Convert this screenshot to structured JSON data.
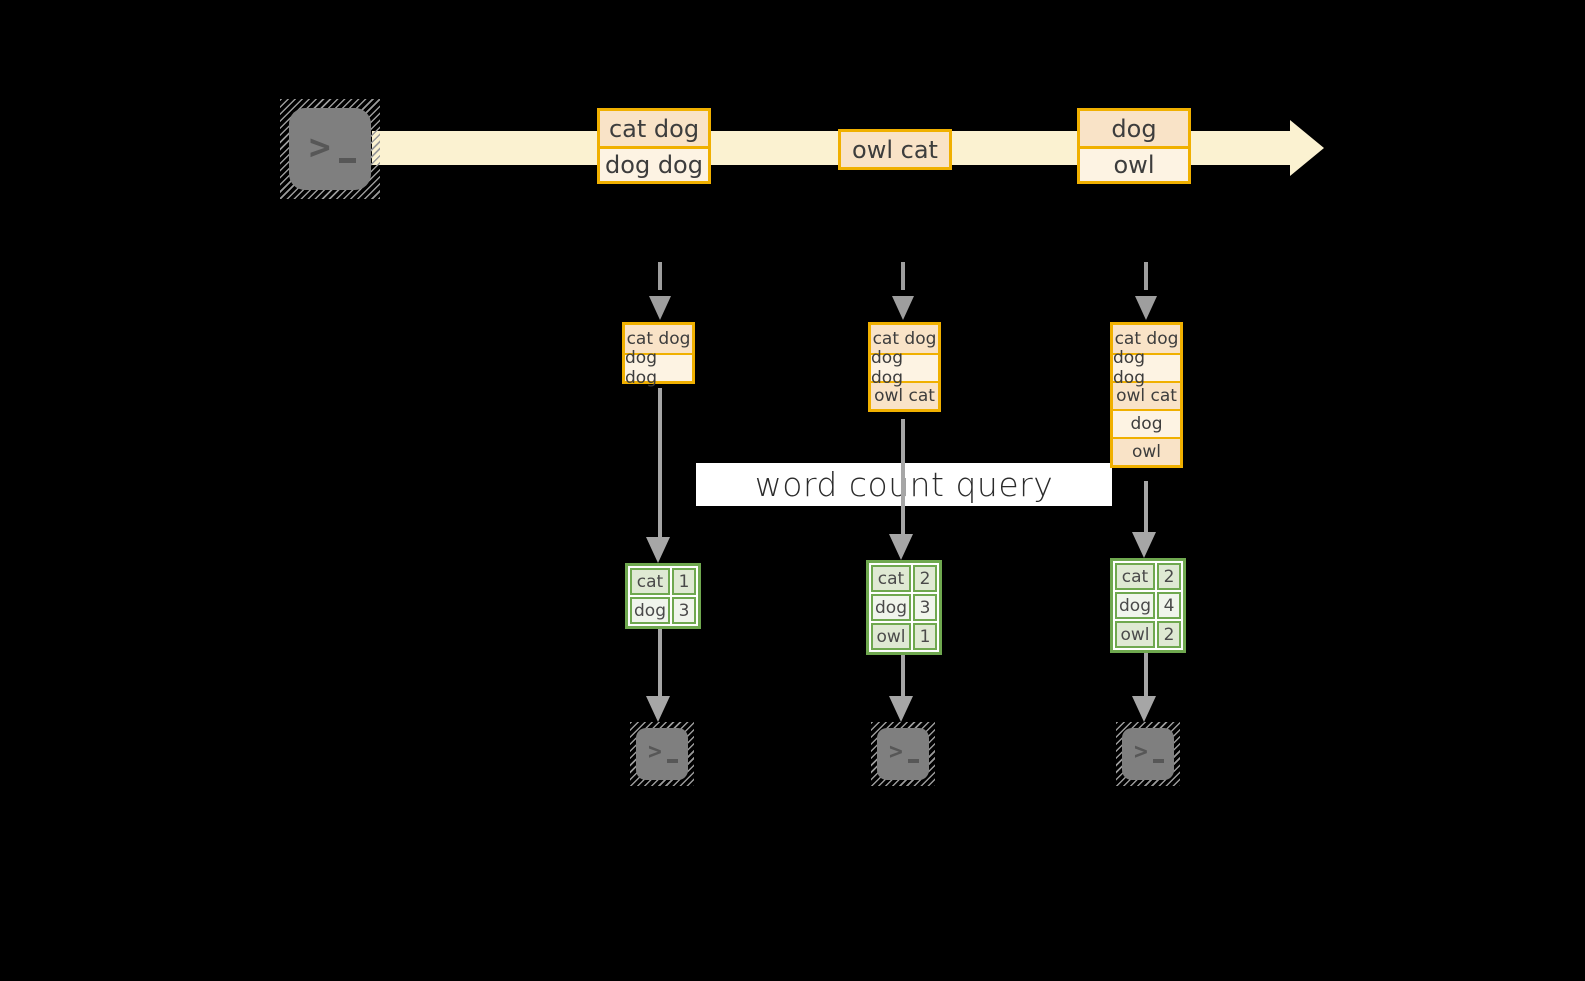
{
  "diagram": {
    "query_label": "word count query",
    "source_icon": "terminal-icon",
    "sink_icon": "terminal-icon",
    "stream_arrow_icon": "arrow-right-icon",
    "stream_events": [
      {
        "rows": [
          "cat dog",
          "dog dog"
        ]
      },
      {
        "rows": [
          "owl cat"
        ]
      },
      {
        "rows": [
          "dog",
          "owl"
        ]
      }
    ],
    "snapshots": [
      {
        "buffer": [
          "cat dog",
          "dog dog"
        ],
        "counts": [
          {
            "word": "cat",
            "count": "1"
          },
          {
            "word": "dog",
            "count": "3"
          }
        ]
      },
      {
        "buffer": [
          "cat dog",
          "dog dog",
          "owl cat"
        ],
        "counts": [
          {
            "word": "cat",
            "count": "2"
          },
          {
            "word": "dog",
            "count": "3"
          },
          {
            "word": "owl",
            "count": "1"
          }
        ]
      },
      {
        "buffer": [
          "cat dog",
          "dog dog",
          "owl cat",
          "dog",
          "owl"
        ],
        "counts": [
          {
            "word": "cat",
            "count": "2"
          },
          {
            "word": "dog",
            "count": "4"
          },
          {
            "word": "owl",
            "count": "2"
          }
        ]
      }
    ],
    "colors": {
      "accent_orange": "#F0B000",
      "fill_peach": "#F9E3C7",
      "fill_cream": "#FDF3E3",
      "stream_band": "#FBF2D1",
      "green_border": "#6FA84F",
      "green_fill_dark": "#DFE9D3",
      "green_fill_light": "#F0F5EC",
      "arrow_gray": "#A0A0A0",
      "terminal_gray": "#7F7F7F",
      "query_band_bg": "#FFFFFF"
    }
  }
}
